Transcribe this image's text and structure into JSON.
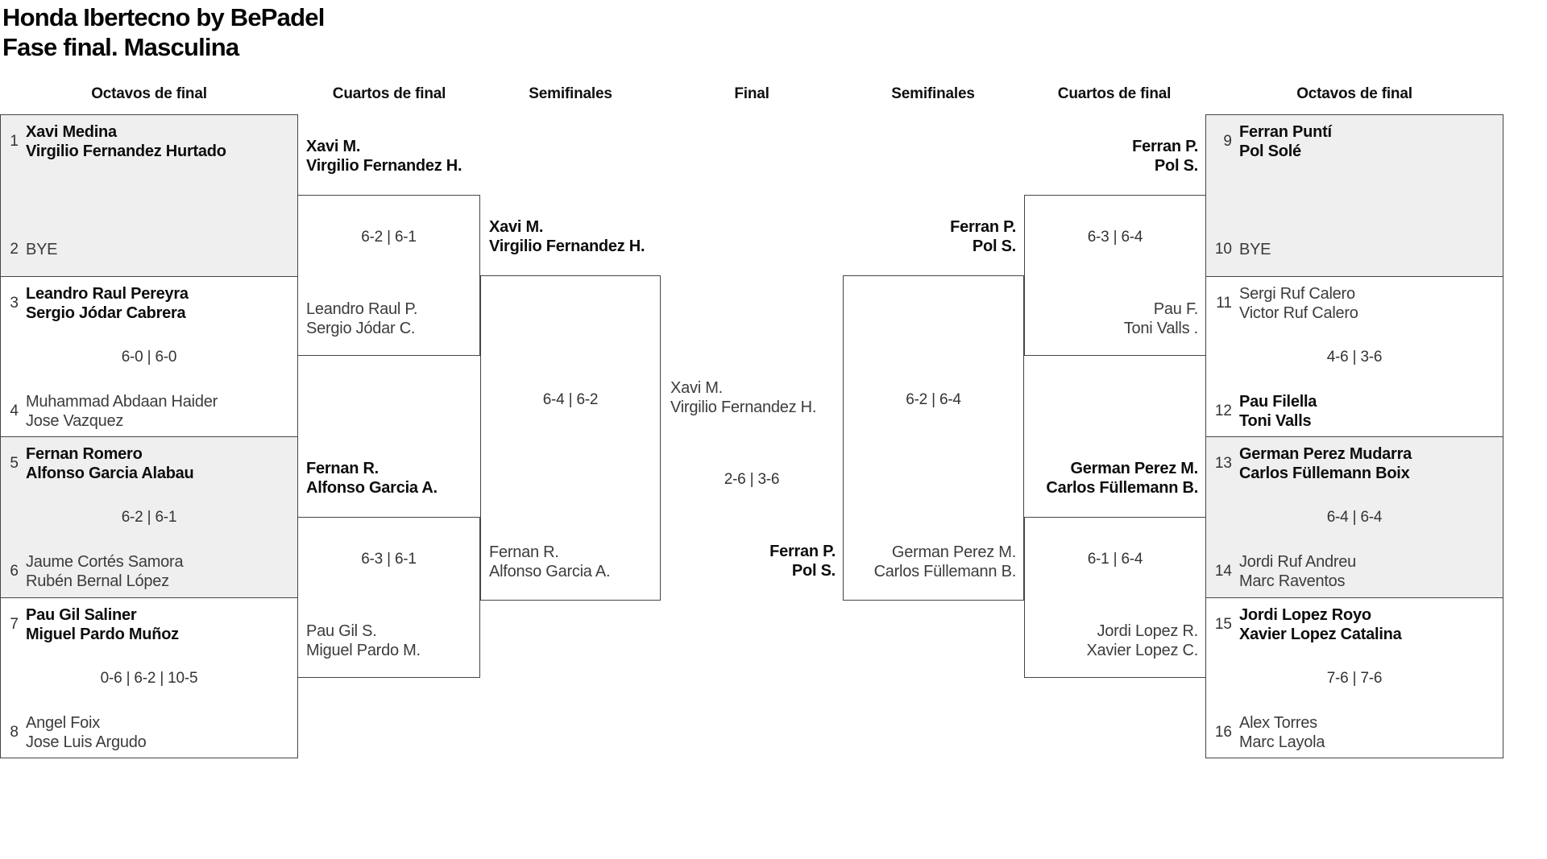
{
  "title": {
    "line1": "Honda Ibertecno by BePadel",
    "line2": "Fase final. Masculina"
  },
  "headers": {
    "c1": "Octavos de final",
    "c2": "Cuartos de final",
    "c3": "Semifinales",
    "c4": "Final",
    "c5": "Semifinales",
    "c6": "Cuartos de final",
    "c7": "Octavos de final"
  },
  "colors": {
    "shaded_row": "#efefef",
    "border": "#454545",
    "winner_text": "#0d0d0d",
    "regular_text": "#3c3c3c"
  },
  "r16_left": [
    {
      "n1": "1",
      "p1": "Xavi Medina",
      "p2": "Virgilio Fernandez Hurtado",
      "score": "",
      "n2": "2",
      "p3": "BYE",
      "p4": ""
    },
    {
      "n1": "3",
      "p1": "Leandro Raul Pereyra",
      "p2": "Sergio Jódar Cabrera",
      "score": "6-0 | 6-0",
      "n2": "4",
      "p3": "Muhammad Abdaan Haider",
      "p4": "Jose Vazquez"
    },
    {
      "n1": "5",
      "p1": "Fernan Romero",
      "p2": "Alfonso Garcia Alabau",
      "score": "6-2 | 6-1",
      "n2": "6",
      "p3": "Jaume Cortés Samora",
      "p4": "Rubén Bernal López"
    },
    {
      "n1": "7",
      "p1": "Pau Gil Saliner",
      "p2": "Miguel Pardo Muñoz",
      "score": "0-6 | 6-2 | 10-5",
      "n2": "8",
      "p3": "Angel Foix",
      "p4": "Jose Luis Argudo"
    }
  ],
  "r16_right": [
    {
      "n1": "9",
      "p1": "Ferran Puntí",
      "p2": "Pol Solé",
      "score": "",
      "n2": "10",
      "p3": "BYE",
      "p4": ""
    },
    {
      "n1": "11",
      "p1": "Sergi Ruf Calero",
      "p2": "Victor Ruf Calero",
      "score": "4-6 | 3-6",
      "n2": "12",
      "p3": "Pau Filella",
      "p4": "Toni Valls"
    },
    {
      "n1": "13",
      "p1": "German Perez Mudarra",
      "p2": "Carlos Füllemann Boix",
      "score": "6-4 | 6-4",
      "n2": "14",
      "p3": "Jordi Ruf Andreu",
      "p4": "Marc Raventos"
    },
    {
      "n1": "15",
      "p1": "Jordi Lopez Royo",
      "p2": "Xavier Lopez Catalina",
      "score": "7-6 | 7-6",
      "n2": "16",
      "p3": "Alex Torres",
      "p4": "Marc Layola"
    }
  ],
  "qf_left_top": {
    "w1": "Xavi M.",
    "w2": "Virgilio Fernandez H.",
    "score": "6-2 | 6-1",
    "l1": "Leandro Raul P.",
    "l2": "Sergio Jódar C."
  },
  "qf_left_bottom": {
    "w1": "Fernan R.",
    "w2": "Alfonso Garcia A.",
    "score": "6-3 | 6-1",
    "l1": "Pau Gil S.",
    "l2": "Miguel Pardo M."
  },
  "qf_right_top": {
    "w1": "Ferran P.",
    "w2": "Pol S.",
    "score": "6-3 | 6-4",
    "l1": "Pau F.",
    "l2": "Toni Valls ."
  },
  "qf_right_bottom": {
    "w1": "German Perez M.",
    "w2": "Carlos Füllemann B.",
    "score": "6-1 | 6-4",
    "l1": "Jordi Lopez R.",
    "l2": "Xavier Lopez C."
  },
  "sf_left": {
    "w1": "Xavi M.",
    "w2": "Virgilio Fernandez H.",
    "score": "6-4 | 6-2",
    "l1": "Fernan R.",
    "l2": "Alfonso Garcia A."
  },
  "sf_right": {
    "w1": "Ferran P.",
    "w2": "Pol S.",
    "score": "6-2 | 6-4",
    "l1": "German Perez M.",
    "l2": "Carlos Füllemann B."
  },
  "final": {
    "t1": "Xavi M.",
    "t2": "Virgilio Fernandez H.",
    "score": "2-6 | 3-6",
    "b1": "Ferran P.",
    "b2": "Pol S."
  }
}
